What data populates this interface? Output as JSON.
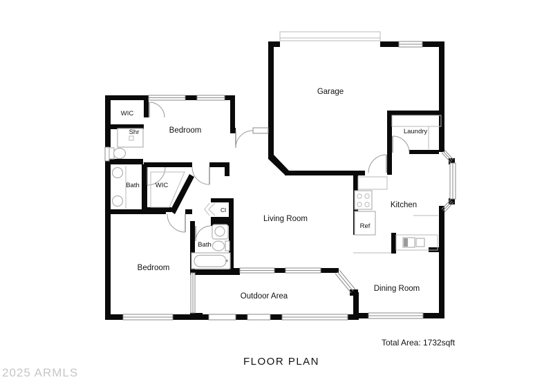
{
  "floor_plan": {
    "title": "FLOOR PLAN",
    "total_area": "Total Area: 1732sqft",
    "watermark": "2025 ARMLS",
    "rooms": {
      "garage": "Garage",
      "laundry": "Laundry",
      "kitchen": "Kitchen",
      "living_room": "Living Room",
      "dining_room": "Dining Room",
      "outdoor_area": "Outdoor Area",
      "bedroom_top": "Bedroom",
      "bedroom_bottom": "Bedroom",
      "bath_main": "Bath",
      "bath_hall": "Bath",
      "wic_top": "WIC",
      "wic_main": "WIC",
      "shower": "Shr",
      "closet": "Cl",
      "refrigerator": "Ref"
    },
    "colors": {
      "wall": "#0a0a0a",
      "window_frame": "#8a8a8a",
      "fixture": "#b0b0b0",
      "watermark": "#c6c6c6"
    },
    "fixtures": [
      "garage-door",
      "washer-dryer",
      "toilet",
      "double-vanity-sink",
      "shower",
      "bathtub",
      "sink",
      "stove",
      "refrigerator",
      "kitchen-sink",
      "bay-window"
    ]
  }
}
